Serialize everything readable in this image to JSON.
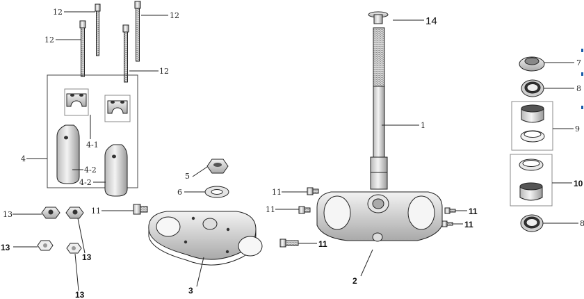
{
  "callouts": {
    "c1": "1",
    "c2": "2",
    "c3": "3",
    "c4": "4",
    "c4_1": "4-1",
    "c4_2": "4-2",
    "c5": "5",
    "c6": "6",
    "c7": "7",
    "c8": "8",
    "c9": "9",
    "c10": "10",
    "c11": "11",
    "c12": "12",
    "c13": "13",
    "c14": "14"
  },
  "colors": {
    "line": "#222222",
    "background": "#ffffff",
    "edge_mark": "#1a5aa8"
  }
}
